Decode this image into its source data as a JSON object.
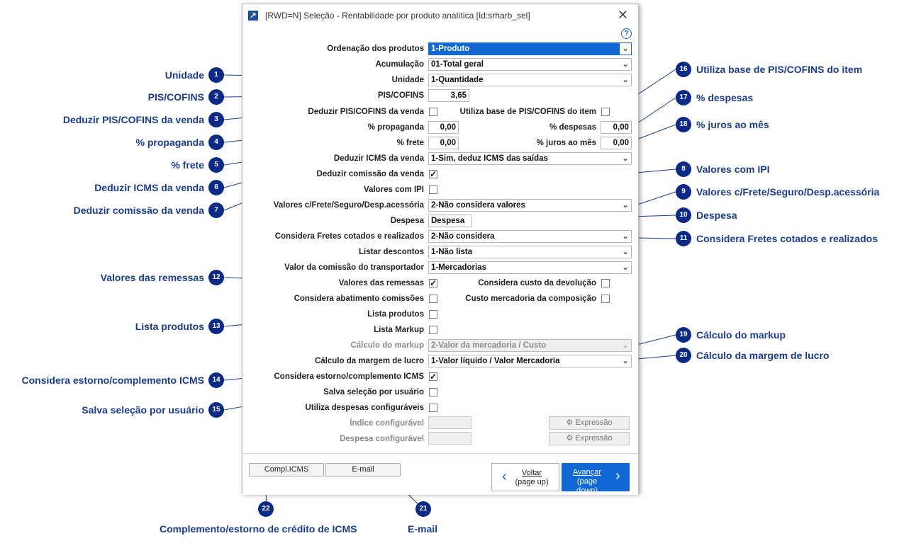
{
  "window": {
    "title": "[RWD=N] Seleção - Rentabilidade por produto analítica [Id:srharb_sel]",
    "icon": "arrow-icon",
    "help": "?"
  },
  "form": {
    "ordenacao": {
      "label": "Ordenação dos produtos",
      "value": "1-Produto"
    },
    "acumulacao": {
      "label": "Acumulação",
      "value": "01-Total geral"
    },
    "unidade": {
      "label": "Unidade",
      "value": "1-Quantidade"
    },
    "pis_cofins": {
      "label": "PIS/COFINS",
      "value": "3,65"
    },
    "deduzir_pis": {
      "label": "Deduzir PIS/COFINS da venda",
      "checked": false
    },
    "utiliza_base_pis": {
      "label": "Utiliza base de PIS/COFINS do item",
      "checked": false
    },
    "propaganda": {
      "label": "% propaganda",
      "value": "0,00"
    },
    "despesas": {
      "label": "% despesas",
      "value": "0,00"
    },
    "frete": {
      "label": "% frete",
      "value": "0,00"
    },
    "juros": {
      "label": "% juros ao mês",
      "value": "0,00"
    },
    "deduzir_icms": {
      "label": "Deduzir ICMS da venda",
      "value": "1-Sim, deduz ICMS das saídas"
    },
    "deduzir_comissao": {
      "label": "Deduzir comissão da venda",
      "checked": true
    },
    "valores_ipi": {
      "label": "Valores com IPI",
      "checked": false
    },
    "valores_frete": {
      "label": "Valores c/Frete/Seguro/Desp.acessória",
      "value": "2-Não considera valores"
    },
    "despesa": {
      "label": "Despesa",
      "value": "Despesa"
    },
    "fretes_cotados": {
      "label": "Considera Fretes cotados e realizados",
      "value": "2-Não considera"
    },
    "listar_descontos": {
      "label": "Listar descontos",
      "value": "1-Não lista"
    },
    "valor_comissao_transp": {
      "label": "Valor da comissão do transportador",
      "value": "1-Mercadorias"
    },
    "valores_remessas": {
      "label": "Valores das remessas",
      "checked": true
    },
    "custo_devolucao": {
      "label": "Considera custo da devolução",
      "checked": false
    },
    "abatimento_comissoes": {
      "label": "Considera abatimento comissões",
      "checked": false
    },
    "custo_composicao": {
      "label": "Custo mercadoria da composição",
      "checked": false
    },
    "lista_produtos": {
      "label": "Lista produtos",
      "checked": false
    },
    "lista_markup": {
      "label": "Lista Markup",
      "checked": false
    },
    "calculo_markup": {
      "label": "Cálculo do markup",
      "value": "2-Valor da mercadoria / Custo"
    },
    "calculo_margem": {
      "label": "Cálculo da margem de lucro",
      "value": "1-Valor líquido / Valor Mercadoria"
    },
    "estorno_icms": {
      "label": "Considera estorno/complemento ICMS",
      "checked": true
    },
    "salva_selecao": {
      "label": "Salva seleção por usuário",
      "checked": false
    },
    "despesas_config": {
      "label": "Utiliza despesas configuráveis",
      "checked": false
    },
    "indice_config": {
      "label": "Índice configurável",
      "value": ""
    },
    "despesa_config": {
      "label": "Despesa configurável",
      "value": ""
    },
    "expressao1": "Expressão",
    "expressao2": "Expressão"
  },
  "footer": {
    "compl_icms": "Compl.ICMS",
    "email": "E-mail",
    "voltar": "Voltar",
    "voltar_sub": "(page up)",
    "avancar": "Avançar",
    "avancar_sub": "(page down)"
  },
  "callouts": [
    {
      "n": "1",
      "text": "Unidade"
    },
    {
      "n": "2",
      "text": "PIS/COFINS"
    },
    {
      "n": "3",
      "text": "Deduzir PIS/COFINS da venda"
    },
    {
      "n": "4",
      "text": "% propaganda"
    },
    {
      "n": "5",
      "text": "% frete"
    },
    {
      "n": "6",
      "text": "Deduzir ICMS da venda"
    },
    {
      "n": "7",
      "text": "Deduzir comissão da venda"
    },
    {
      "n": "8",
      "text": "Valores com IPI"
    },
    {
      "n": "9",
      "text": "Valores c/Frete/Seguro/Desp.acessória"
    },
    {
      "n": "10",
      "text": "Despesa"
    },
    {
      "n": "11",
      "text": "Considera Fretes cotados e realizados"
    },
    {
      "n": "12",
      "text": "Valores das remessas"
    },
    {
      "n": "13",
      "text": "Lista produtos"
    },
    {
      "n": "14",
      "text": "Considera estorno/complemento ICMS"
    },
    {
      "n": "15",
      "text": "Salva seleção por usuário"
    },
    {
      "n": "16",
      "text": "Utiliza base de PIS/COFINS do item"
    },
    {
      "n": "17",
      "text": "% despesas"
    },
    {
      "n": "18",
      "text": "% juros ao mês"
    },
    {
      "n": "19",
      "text": "Cálculo do markup"
    },
    {
      "n": "20",
      "text": "Cálculo da margem de lucro"
    },
    {
      "n": "21",
      "text": "E-mail"
    },
    {
      "n": "22",
      "text": "Complemento/estorno de crédito de ICMS"
    }
  ]
}
